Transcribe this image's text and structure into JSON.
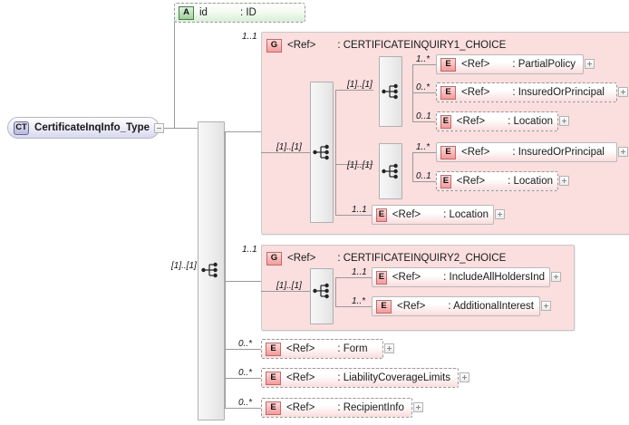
{
  "diagram": {
    "title": "CertificateInqInfo_Type",
    "root": {
      "badge": "CT",
      "badge_name": "complextype-icon",
      "label": "CertificateInqInfo_Type"
    },
    "attribute": {
      "badge": "A",
      "badge_name": "attribute-icon",
      "name": "id",
      "type": ": ID"
    },
    "groups": [
      {
        "badge": "G",
        "badge_name": "group-ref-icon",
        "ref": "<Ref>",
        "name": ": CERTIFICATEINQUIRY1_CHOICE",
        "cardinality": "1..1",
        "inner_cardinality": "[1]..[1]",
        "children": [
          {
            "badge": "E",
            "ref": "<Ref>",
            "name": ": PartialPolicy",
            "cardinality": "1..*",
            "optional": false
          },
          {
            "badge": "E",
            "ref": "<Ref>",
            "name": ": InsuredOrPrincipal",
            "cardinality": "0..*",
            "optional": true
          },
          {
            "badge": "E",
            "ref": "<Ref>",
            "name": ": Location",
            "cardinality": "0..1",
            "optional": true
          },
          {
            "badge": "E",
            "ref": "<Ref>",
            "name": ": InsuredOrPrincipal",
            "cardinality": "1..*",
            "optional": false
          },
          {
            "badge": "E",
            "ref": "<Ref>",
            "name": ": Location",
            "cardinality": "0..1",
            "optional": true
          },
          {
            "badge": "E",
            "ref": "<Ref>",
            "name": ": Location",
            "cardinality": "1..1",
            "optional": false
          }
        ],
        "branch_cardinalities": [
          "[1]..[1]",
          "[1]..[1]"
        ]
      },
      {
        "badge": "G",
        "badge_name": "group-ref-icon",
        "ref": "<Ref>",
        "name": ": CERTIFICATEINQUIRY2_CHOICE",
        "cardinality": "1..1",
        "inner_cardinality": "[1]..[1]",
        "children": [
          {
            "badge": "E",
            "ref": "<Ref>",
            "name": ": IncludeAllHoldersInd",
            "cardinality": "1..1",
            "optional": false
          },
          {
            "badge": "E",
            "ref": "<Ref>",
            "name": ": AdditionalInterest",
            "cardinality": "1..*",
            "optional": false
          }
        ]
      }
    ],
    "tail_elements": [
      {
        "badge": "E",
        "ref": "<Ref>",
        "name": ": Form",
        "cardinality": "0..*",
        "optional": true
      },
      {
        "badge": "E",
        "ref": "<Ref>",
        "name": ": LiabilityCoverageLimits",
        "cardinality": "0..*",
        "optional": true
      },
      {
        "badge": "E",
        "ref": "<Ref>",
        "name": ": RecipientInfo",
        "cardinality": "0..*",
        "optional": true
      }
    ],
    "root_sequence_cardinality": "[1]..[1]",
    "colors": {
      "group_background": "#fbdede",
      "element_accent": "#f39b9b",
      "attribute_accent": "#9fd09f",
      "complextype_accent": "#b9b9dd",
      "line": "#9a9a9a"
    }
  }
}
